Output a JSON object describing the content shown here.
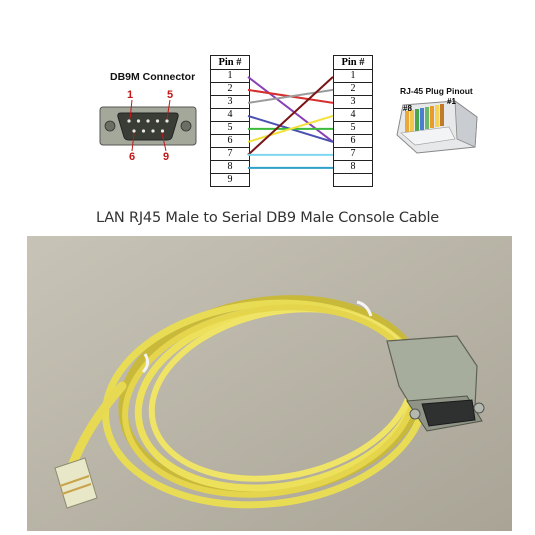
{
  "db9": {
    "title": "DB9M Connector",
    "pin_labels": [
      "1",
      "5",
      "6",
      "9"
    ]
  },
  "rj45": {
    "title": "RJ-45 Plug Pinout",
    "pin_8": "#8",
    "pin_1": "#1"
  },
  "left_table": {
    "header": "Pin #",
    "pins": [
      "1",
      "2",
      "3",
      "4",
      "5",
      "6",
      "7",
      "8",
      "9"
    ]
  },
  "right_table": {
    "header": "Pin #",
    "pins": [
      "1",
      "2",
      "3",
      "4",
      "5",
      "6",
      "7",
      "8",
      ""
    ]
  },
  "wires": [
    {
      "from": 1,
      "to": 6,
      "color": "#8a3fb5"
    },
    {
      "from": 2,
      "to": 3,
      "color": "#d62f2f"
    },
    {
      "from": 3,
      "to": 2,
      "color": "#9b9b9b"
    },
    {
      "from": 4,
      "to": 6,
      "color": "#4a4fb0"
    },
    {
      "from": 5,
      "to": 5,
      "color": "#3cba3c"
    },
    {
      "from": 6,
      "to": 4,
      "color": "#f2e23a"
    },
    {
      "from": 7,
      "to": 1,
      "color": "#7a1414"
    },
    {
      "from": 7,
      "to": 7,
      "color": "#7fd6f0"
    },
    {
      "from": 8,
      "to": 8,
      "color": "#2fa0c8"
    }
  ],
  "caption": "LAN RJ45 Male to Serial DB9 Male Console Cable",
  "colors": {
    "cable": "#ede05a",
    "background": "#b8b3a5",
    "connector": "#a7ad9c",
    "pin_label": "#c01818"
  }
}
